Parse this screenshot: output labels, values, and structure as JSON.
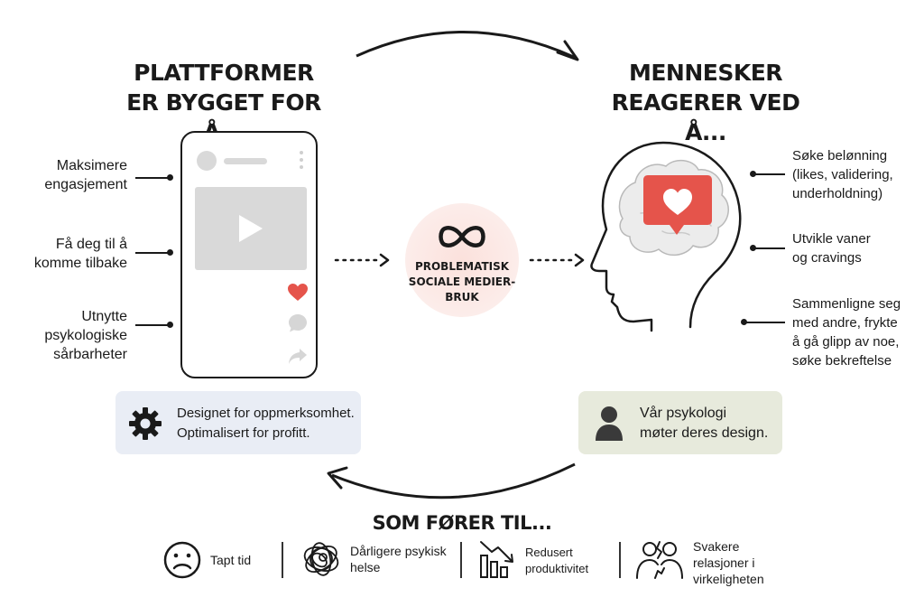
{
  "left": {
    "heading": [
      "PLATTFORMER",
      "ER BYGGET FOR Å..."
    ],
    "items": [
      [
        "Maksimere",
        "engasjement"
      ],
      [
        "Få deg til å",
        "komme tilbake"
      ],
      [
        "Utnytte",
        "psykologiske",
        "sårbarheter"
      ]
    ],
    "panel": [
      "Designet for oppmerksomhet.",
      "Optimalisert for profitt."
    ],
    "panel_icon": "gear-icon"
  },
  "right": {
    "heading": [
      "MENNESKER",
      "REAGERER VED Å..."
    ],
    "items": [
      [
        "Søke belønning",
        "(likes, validering,",
        "underholdning)"
      ],
      [
        "Utvikle vaner",
        "og cravings"
      ],
      [
        "Sammenligne seg",
        "med andre, frykte",
        "å gå glipp av noe,",
        "søke bekreftelse"
      ]
    ],
    "panel": [
      "Vår psykologi",
      "møter deres design."
    ],
    "panel_icon": "person-icon"
  },
  "center": {
    "icon": "infinity-icon",
    "label": [
      "PROBLEMATISK",
      "SOCIALE MEDIER-",
      "BRUK"
    ]
  },
  "bottom": {
    "heading": "SOM FØRER TIL...",
    "outcomes": [
      {
        "icon": "sad-face-icon",
        "lines": [
          "Tapt tid"
        ]
      },
      {
        "icon": "tangled-mind-icon",
        "lines": [
          "Dårligere psykisk",
          "helse"
        ]
      },
      {
        "icon": "declining-chart-icon",
        "lines": [
          "Redusert",
          "produktivitet"
        ]
      },
      {
        "icon": "broken-connection-icon",
        "lines": [
          "Svakere",
          "relasjoner i",
          "virkeligheten"
        ]
      }
    ]
  },
  "colors": {
    "left_panel": "#e9edf5",
    "right_panel": "#e7eadc",
    "center_glow": "#fbe6e2",
    "heart": "#e5544b",
    "phone_placeholder": "#d9d9d9"
  }
}
